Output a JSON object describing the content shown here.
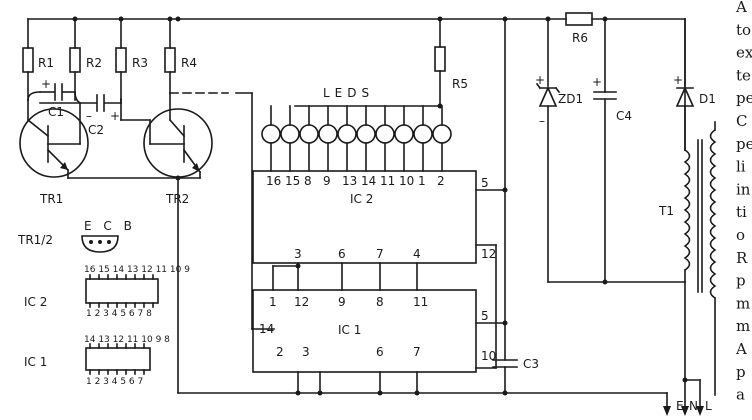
{
  "resistors": {
    "r1": "R1",
    "r2": "R2",
    "r3": "R3",
    "r4": "R4",
    "r5": "R5",
    "r6": "R6"
  },
  "capacitors": {
    "c1": "C1",
    "c2": "C2",
    "c3": "C3",
    "c4": "C4"
  },
  "diodes": {
    "zd1": "ZD1",
    "d1": "D1"
  },
  "transistors": {
    "tr1": "TR1",
    "tr2": "TR2",
    "pinout_label": "TR1/2",
    "pinout_pins": "E C B"
  },
  "transformer": "T1",
  "leds_label": "LEDS",
  "mains": {
    "e": "E",
    "n": "N",
    "l": "L"
  },
  "ic2": {
    "label": "IC 2",
    "top_pins": [
      "16",
      "15",
      "8",
      "9",
      "13",
      "14",
      "11",
      "10",
      "1",
      "2"
    ],
    "pin_right": "5",
    "bottom_pins": [
      "3",
      "6",
      "7",
      "4"
    ],
    "pin_12": "12"
  },
  "ic1": {
    "label": "IC 1",
    "top_pins": [
      "1",
      "12",
      "9",
      "8",
      "11"
    ],
    "pin_left": "14",
    "pin_right_upper": "5",
    "pin_right_lower": "10",
    "bottom_pins": [
      "2",
      "3",
      "6",
      "7"
    ]
  },
  "legend": {
    "ic2_label": "IC 2",
    "ic2_top": "16 15 14 13 12 11 10 9",
    "ic2_bottom": "1 2 3 4 5 6 7 8",
    "ic1_label": "IC 1",
    "ic1_top": "14 13 12 11 10 9 8",
    "ic1_bottom": "1 2 3 4 5 6 7"
  },
  "side_text": [
    "A",
    "to",
    "ex",
    "te",
    "pe",
    "C",
    "pe",
    "li",
    "in",
    "ti",
    "o",
    "R",
    "p",
    "m",
    "m",
    "A",
    "p",
    "a"
  ]
}
